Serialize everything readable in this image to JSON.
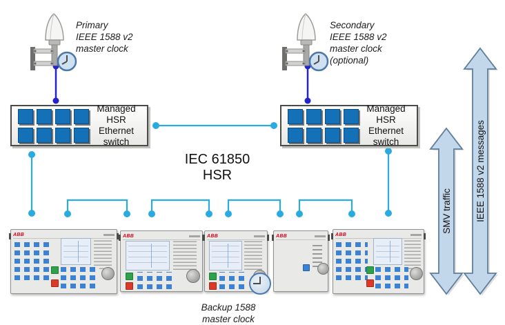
{
  "clock_sources": {
    "primary": {
      "label_lines": [
        "Primary",
        "IEEE 1588 v2",
        "master clock"
      ]
    },
    "secondary": {
      "label_lines": [
        "Secondary",
        "IEEE 1588 v2",
        "master clock",
        "(optional)"
      ]
    },
    "backup": {
      "label_lines": [
        "Backup 1588",
        "master clock"
      ]
    }
  },
  "switches": {
    "left": {
      "label_lines": [
        "Managed HSR",
        "Ethernet",
        "switch"
      ]
    },
    "right": {
      "label_lines": [
        "Managed HSR",
        "Ethernet",
        "switch"
      ]
    }
  },
  "network_label": {
    "line1": "IEC 61850",
    "line2": "HSR"
  },
  "traffic_arrows": {
    "smv_label": "SMV traffic",
    "ptp_label": "IEEE 1588 v2 messages"
  },
  "devices": {
    "brand": "ABB"
  },
  "colors": {
    "link_cyan": "#29abe2",
    "link_blue": "#2323cd",
    "port_blue": "#1471b8",
    "arrow_fill": "#c3d7ea",
    "arrow_stroke": "#5f7d9e",
    "abb_red": "#e2001a"
  }
}
